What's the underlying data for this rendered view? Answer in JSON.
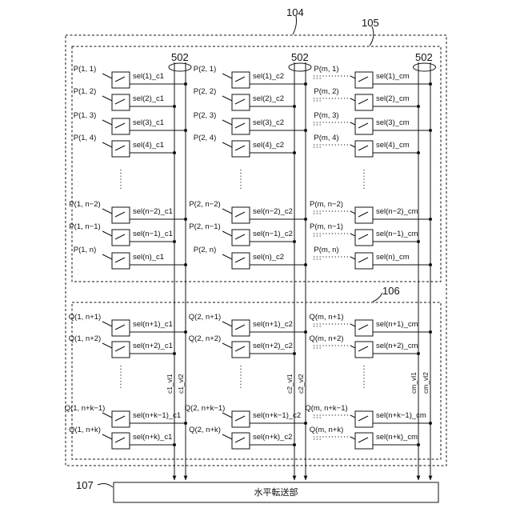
{
  "labels": {
    "outer_ref": "104",
    "top_ref": "105",
    "bottom_ref": "106",
    "bus_ref": "502",
    "transfer_ref": "107",
    "transfer_label": "水平転送部"
  },
  "columns": [
    {
      "bus_labels": [
        "c1_vl1",
        "c1_vl2"
      ],
      "top_rows": [
        {
          "pixel": "P(1, 1)",
          "sel": "sel(1)_c1"
        },
        {
          "pixel": "P(1, 2)",
          "sel": "sel(2)_c1"
        },
        {
          "pixel": "P(1, 3)",
          "sel": "sel(3)_c1"
        },
        {
          "pixel": "P(1, 4)",
          "sel": "sel(4)_c1"
        },
        {
          "pixel": "P(1, n−2)",
          "sel": "sel(n−2)_c1"
        },
        {
          "pixel": "P(1, n−1)",
          "sel": "sel(n−1)_c1"
        },
        {
          "pixel": "P(1, n)",
          "sel": "sel(n)_c1"
        }
      ],
      "bottom_rows": [
        {
          "pixel": "Q(1, n+1)",
          "sel": "sel(n+1)_c1"
        },
        {
          "pixel": "Q(1, n+2)",
          "sel": "sel(n+2)_c1"
        },
        {
          "pixel": "Q(1, n+k−1)",
          "sel": "sel(n+k−1)_c1"
        },
        {
          "pixel": "Q(1, n+k)",
          "sel": "sel(n+k)_c1"
        }
      ]
    },
    {
      "bus_labels": [
        "c2_vl1",
        "c2_vl2"
      ],
      "top_rows": [
        {
          "pixel": "P(2, 1)",
          "sel": "sel(1)_c2"
        },
        {
          "pixel": "P(2, 2)",
          "sel": "sel(2)_c2"
        },
        {
          "pixel": "P(2, 3)",
          "sel": "sel(3)_c2"
        },
        {
          "pixel": "P(2, 4)",
          "sel": "sel(4)_c2"
        },
        {
          "pixel": "P(2, n−2)",
          "sel": "sel(n−2)_c2"
        },
        {
          "pixel": "P(2, n−1)",
          "sel": "sel(n−1)_c2"
        },
        {
          "pixel": "P(2, n)",
          "sel": "sel(n)_c2"
        }
      ],
      "bottom_rows": [
        {
          "pixel": "Q(2, n+1)",
          "sel": "sel(n+1)_c2"
        },
        {
          "pixel": "Q(2, n+2)",
          "sel": "sel(n+2)_c2"
        },
        {
          "pixel": "Q(2, n+k−1)",
          "sel": "sel(n+k−1)_c2"
        },
        {
          "pixel": "Q(2, n+k)",
          "sel": "sel(n+k)_c2"
        }
      ]
    },
    {
      "bus_labels": [
        "cm_vl1",
        "cm_vl2"
      ],
      "top_rows": [
        {
          "pixel": "P(m, 1)",
          "sel": "sel(1)_cm"
        },
        {
          "pixel": "P(m, 2)",
          "sel": "sel(2)_cm"
        },
        {
          "pixel": "P(m, 3)",
          "sel": "sel(3)_cm"
        },
        {
          "pixel": "P(m, 4)",
          "sel": "sel(4)_cm"
        },
        {
          "pixel": "P(m, n−2)",
          "sel": "sel(n−2)_cm"
        },
        {
          "pixel": "P(m, n−1)",
          "sel": "sel(n−1)_cm"
        },
        {
          "pixel": "P(m, n)",
          "sel": "sel(n)_cm"
        }
      ],
      "bottom_rows": [
        {
          "pixel": "Q(m, n+1)",
          "sel": "sel(n+1)_cm"
        },
        {
          "pixel": "Q(m, n+2)",
          "sel": "sel(n+2)_cm"
        },
        {
          "pixel": "Q(m, n+k−1)",
          "sel": "sel(n+k−1)_cm"
        },
        {
          "pixel": "Q(m, n+k)",
          "sel": "sel(n+k)_cm"
        }
      ]
    }
  ]
}
